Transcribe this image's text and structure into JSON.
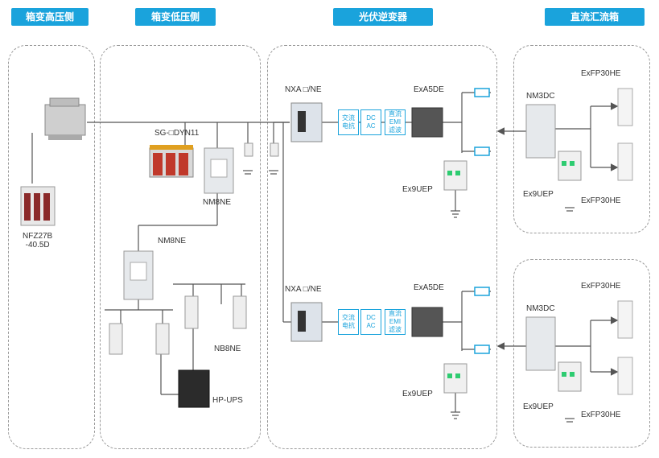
{
  "headers": {
    "hv_side": "箱变高压侧",
    "lv_side": "箱变低压侧",
    "inverter": "光伏逆变器",
    "combiner": "直流汇流箱"
  },
  "labels": {
    "transformer_hv_breaker": "NFZ27B\n-40.5D",
    "sg_dyn": "SG-□DYN11",
    "nm8ne_top": "NM8NE",
    "nm8ne_mid": "NM8NE",
    "nb8ne": "NB8NE",
    "hp_ups": "HP-UPS",
    "nxa_top": "NXA □/NE",
    "nxa_bottom": "NXA □/NE",
    "exa5de_top": "ExA5DE",
    "exa5de_bottom": "ExA5DE",
    "ex9uep_top": "Ex9UEP",
    "ex9uep_bottom": "Ex9UEP",
    "exfp30he_1": "ExFP30HE",
    "exfp30he_2": "ExFP30HE",
    "exfp30he_3": "ExFP30HE",
    "exfp30he_4": "ExFP30HE",
    "nm3dc_top": "NM3DC",
    "nm3dc_bottom": "NM3DC",
    "ex9uep_c1": "Ex9UEP",
    "ex9uep_c2": "Ex9UEP"
  },
  "function_blocks": {
    "ac_reactor": "交流\n电抗",
    "dcac_dc": "DC",
    "dcac_ac": "AC",
    "dc_emi": "直流\nEMI\n滤波"
  },
  "colors": {
    "header_bg": "#1aa3dc",
    "line": "#555555",
    "panel_border": "#9a9a9a",
    "func_block": "#1aa3dc"
  }
}
